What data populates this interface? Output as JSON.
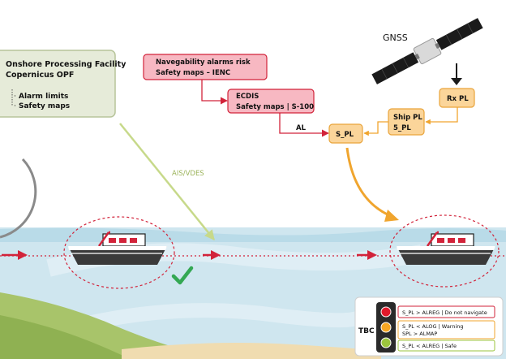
{
  "opf_box": {
    "title_1": "Onshore Processing Facility",
    "title_2": "Copernicus OPF",
    "item_1": "Alarm limits",
    "item_2": "Safety maps"
  },
  "nav_box": {
    "line_1": "Navegability alarms risk",
    "line_2": "Safety maps – IENC"
  },
  "ecdis_box": {
    "line_1": "ECDIS",
    "line_2": "Safety maps | S-100"
  },
  "gnss_label": "GNSS",
  "rxpl_label": "Rx PL",
  "shippl_box": {
    "line_1": "Ship PL",
    "line_2": "5_PL"
  },
  "spl_label": "S_PL",
  "al_label": "AL",
  "ais_label": "AIS/VDES",
  "tbc_label": "TBC",
  "legend": {
    "red": "S_PL > ALREG | Do not navigate",
    "orange_1": "S_PL < ALOG  |  Warning",
    "orange_2": "SPL > ALMAP",
    "green": "S_PL < ALREG  |  Safe"
  },
  "colors": {
    "pink_fill": "#f7b8c2",
    "pink_border": "#d2233a",
    "peach_fill": "#fbd59a",
    "peach_border": "#e9a43a",
    "gray_fill": "#e6ebd9",
    "gray_border": "#b7c49a",
    "sea": "#cfe6ef",
    "arrow_red": "#d2233a",
    "arrow_orange": "#f0a52e",
    "arrow_green": "#c7d98a"
  }
}
